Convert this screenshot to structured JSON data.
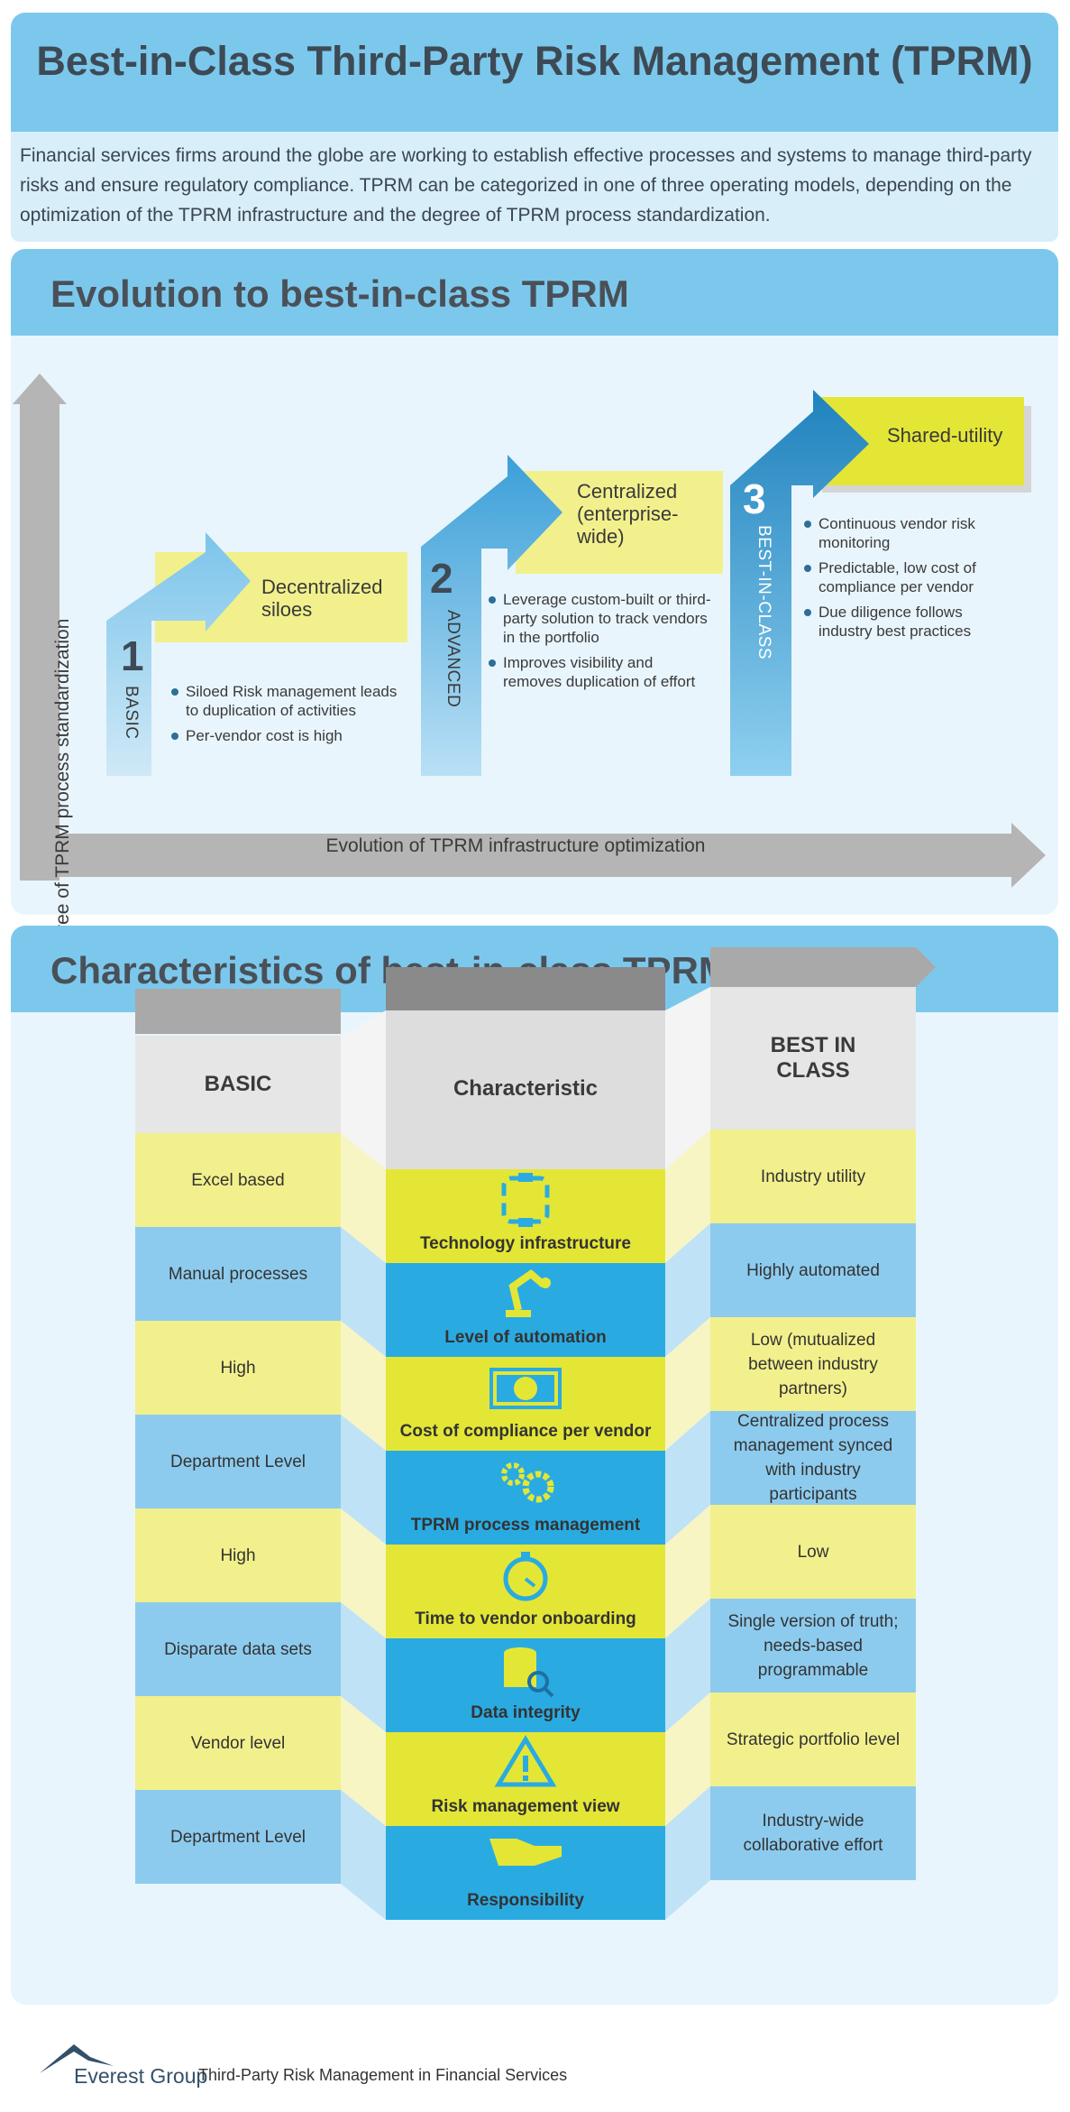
{
  "header": {
    "title": "Best-in-Class Third-Party Risk Management (TPRM)",
    "intro": "Financial services firms around the globe are working to establish effective processes and systems to manage third-party risks and ensure regulatory compliance. TPRM can be categorized in one of three operating models, depending on the optimization of the TPRM infrastructure and the degree of TPRM process standardization."
  },
  "evolution": {
    "title": "Evolution to best-in-class TPRM",
    "y_axis": "Degree of TPRM process standardization",
    "x_axis": "Evolution of TPRM infrastructure optimization",
    "stages": [
      {
        "number": "1",
        "level": "BASIC",
        "name": "Decentralized siloes",
        "bullets": [
          "Siloed Risk management leads to duplication of activities",
          "Per-vendor cost is high"
        ]
      },
      {
        "number": "2",
        "level": "ADVANCED",
        "name": "Centralized (enterprise-wide)",
        "bullets": [
          "Leverage custom-built or third-party solution to track vendors in the portfolio",
          "Improves visibility and removes duplication of effort"
        ]
      },
      {
        "number": "3",
        "level": "BEST-IN-CLASS",
        "name": "Shared-utility",
        "bullets": [
          "Continuous vendor risk monitoring",
          "Predictable, low cost of compliance per vendor",
          "Due diligence follows industry best practices"
        ]
      }
    ]
  },
  "characteristics": {
    "title": "Characteristics of best-in-class TPRM",
    "col_basic": "BASIC",
    "col_char": "Characteristic",
    "col_best": "BEST IN CLASS",
    "rows": [
      {
        "basic": "Excel based",
        "char": "Technology infrastructure",
        "best": "Industry utility",
        "icon": "network-icon"
      },
      {
        "basic": "Manual processes",
        "char": "Level of automation",
        "best": "Highly automated",
        "icon": "robot-arm-icon"
      },
      {
        "basic": "High",
        "char": "Cost of compliance per vendor",
        "best": "Low (mutualized between industry partners)",
        "icon": "banknote-icon"
      },
      {
        "basic": "Department Level",
        "char": "TPRM process management",
        "best": "Centralized process management synced with industry participants",
        "icon": "gears-icon"
      },
      {
        "basic": "High",
        "char": "Time to vendor onboarding",
        "best": "Low",
        "icon": "stopwatch-icon"
      },
      {
        "basic": "Disparate data sets",
        "char": "Data integrity",
        "best": "Single version of truth; needs-based programmable",
        "icon": "database-search-icon"
      },
      {
        "basic": "Vendor level",
        "char": "Risk management view",
        "best": "Strategic portfolio level",
        "icon": "warning-icon"
      },
      {
        "basic": "Department Level",
        "char": "Responsibility",
        "best": "Industry-wide collaborative effort",
        "icon": "hand-icon"
      }
    ]
  },
  "footer": {
    "brand": "Everest Group",
    "text": "Third-Party Risk Management in Financial Services"
  },
  "colors": {
    "sky": "#7cc8ec",
    "blue": "#29abe2",
    "yellow": "#e4e636",
    "paleYellow": "#f2f08c",
    "lightBlue": "#8dcbee"
  }
}
